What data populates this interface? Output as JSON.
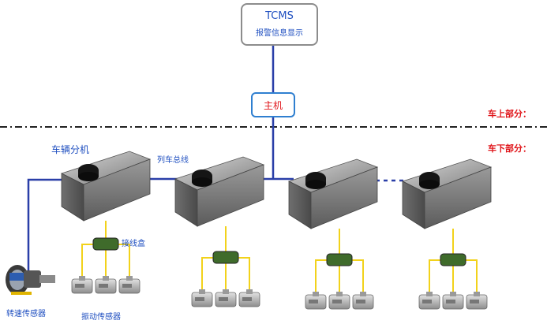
{
  "tcms": {
    "title": "TCMS",
    "subtitle": "报警信息显示"
  },
  "host": {
    "label": "主机"
  },
  "zones": {
    "upper": "车上部分：",
    "lower": "车下部分："
  },
  "labels": {
    "vehicle_unit": "车辆分机",
    "train_bus": "列车总线",
    "junction_box": "接线盒",
    "speed_sensor": "转速传感器",
    "vibration_sensor": "振动传感器"
  },
  "colors": {
    "bus_line": "#2a3fa8",
    "host_border": "#2f7fd0",
    "tcms_border": "#8c8c8c",
    "sensor_wire": "#f2d21b",
    "junction_fill": "#3f6b2b",
    "zone_text": "#e0151a",
    "label_text": "#1f4fc0"
  }
}
